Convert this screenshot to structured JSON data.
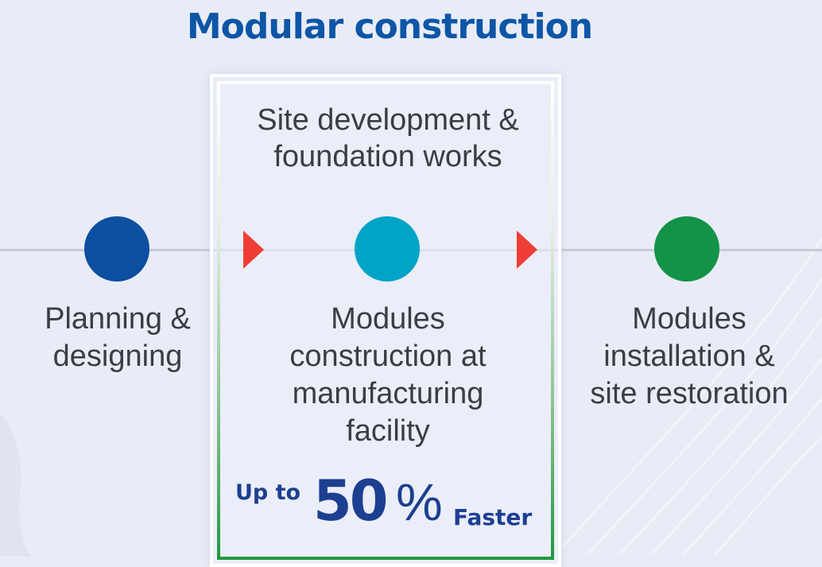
{
  "title": "Modular construction",
  "highlight": {
    "heading_line1": "Site development &",
    "heading_line2": "foundation works"
  },
  "steps": [
    {
      "line1": "Planning &",
      "line2": "designing",
      "color": "#0d4fa0"
    },
    {
      "line1": "Modules",
      "line2": "construction at",
      "line3": "manufacturing",
      "line4": "facility",
      "color": "#00a4c6"
    },
    {
      "line1": "Modules",
      "line2": "installation &",
      "line3": "site restoration",
      "color": "#139347"
    }
  ],
  "speed": {
    "prefix": "Up to",
    "number": "50",
    "unit": "%",
    "suffix": "Faster"
  },
  "colors": {
    "title": "#0d56a6",
    "arrow": "#ef3e36",
    "speed_text": "#1c3f91",
    "background": "#e9ecf6"
  },
  "icons": [
    "arrow-right-icon"
  ]
}
